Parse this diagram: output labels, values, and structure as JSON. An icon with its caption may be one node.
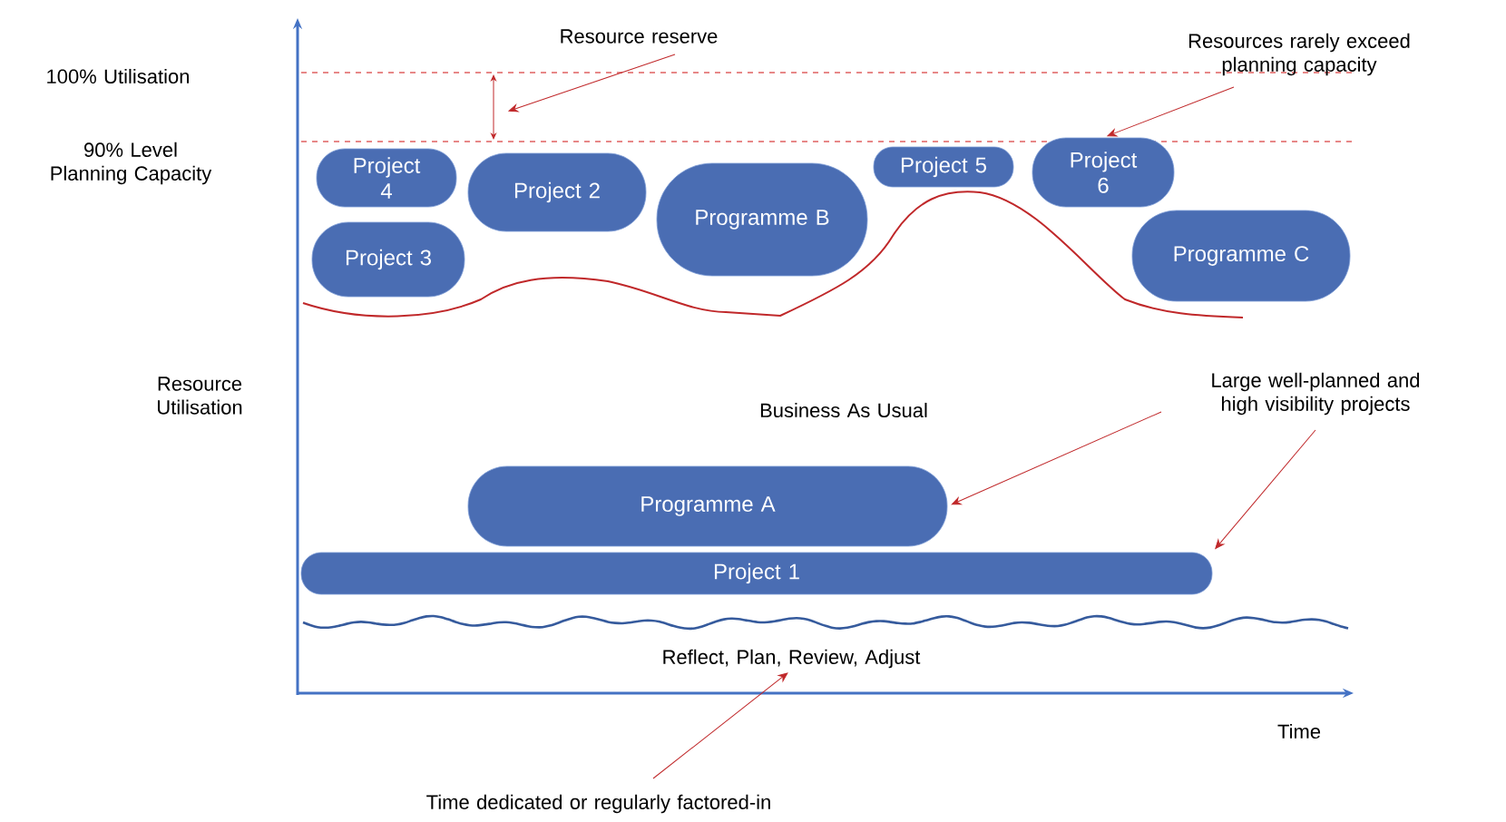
{
  "diagram": {
    "nodes": [
      {
        "text": [
          "Resource reserve"
        ]
      },
      {
        "text": [
          "Resources rarely exceed planning capacity"
        ]
      },
      {
        "text": [
          "Project 4"
        ]
      },
      {
        "text": [
          "Project 2"
        ]
      },
      {
        "text": [
          "Programme B"
        ]
      },
      {
        "text": [
          "Project 5"
        ]
      },
      {
        "text": [
          "Project 6"
        ]
      },
      {
        "text": [
          "Project 3"
        ]
      },
      {
        "text": [
          "Programme C"
        ]
      },
      {
        "text": [
          "Large well-planned and high visibility projects"
        ]
      },
      {
        "text": [
          "Programme A"
        ]
      },
      {
        "text": [
          "Project 1"
        ]
      },
      {
        "text": [
          "Reflect, Plan, Review, Adjust"
        ]
      },
      {
        "text": [
          "Time dedicated or regularly factored-in"
        ]
      }
    ],
    "edges": [
      {
        "from": 0,
        "to": null,
        "arrow": "to"
      },
      {
        "from": 1,
        "to": 6,
        "arrow": "to"
      },
      {
        "from": 9,
        "to": 10,
        "arrow": "to"
      },
      {
        "from": 9,
        "to": 11,
        "arrow": "to"
      },
      {
        "from": 13,
        "to": 12,
        "arrow": "to"
      }
    ],
    "labels": [
      "100% Utilisation",
      "90% Level Planning Capacity",
      "Resource Utilisation",
      "Business As Usual",
      "Time"
    ]
  }
}
